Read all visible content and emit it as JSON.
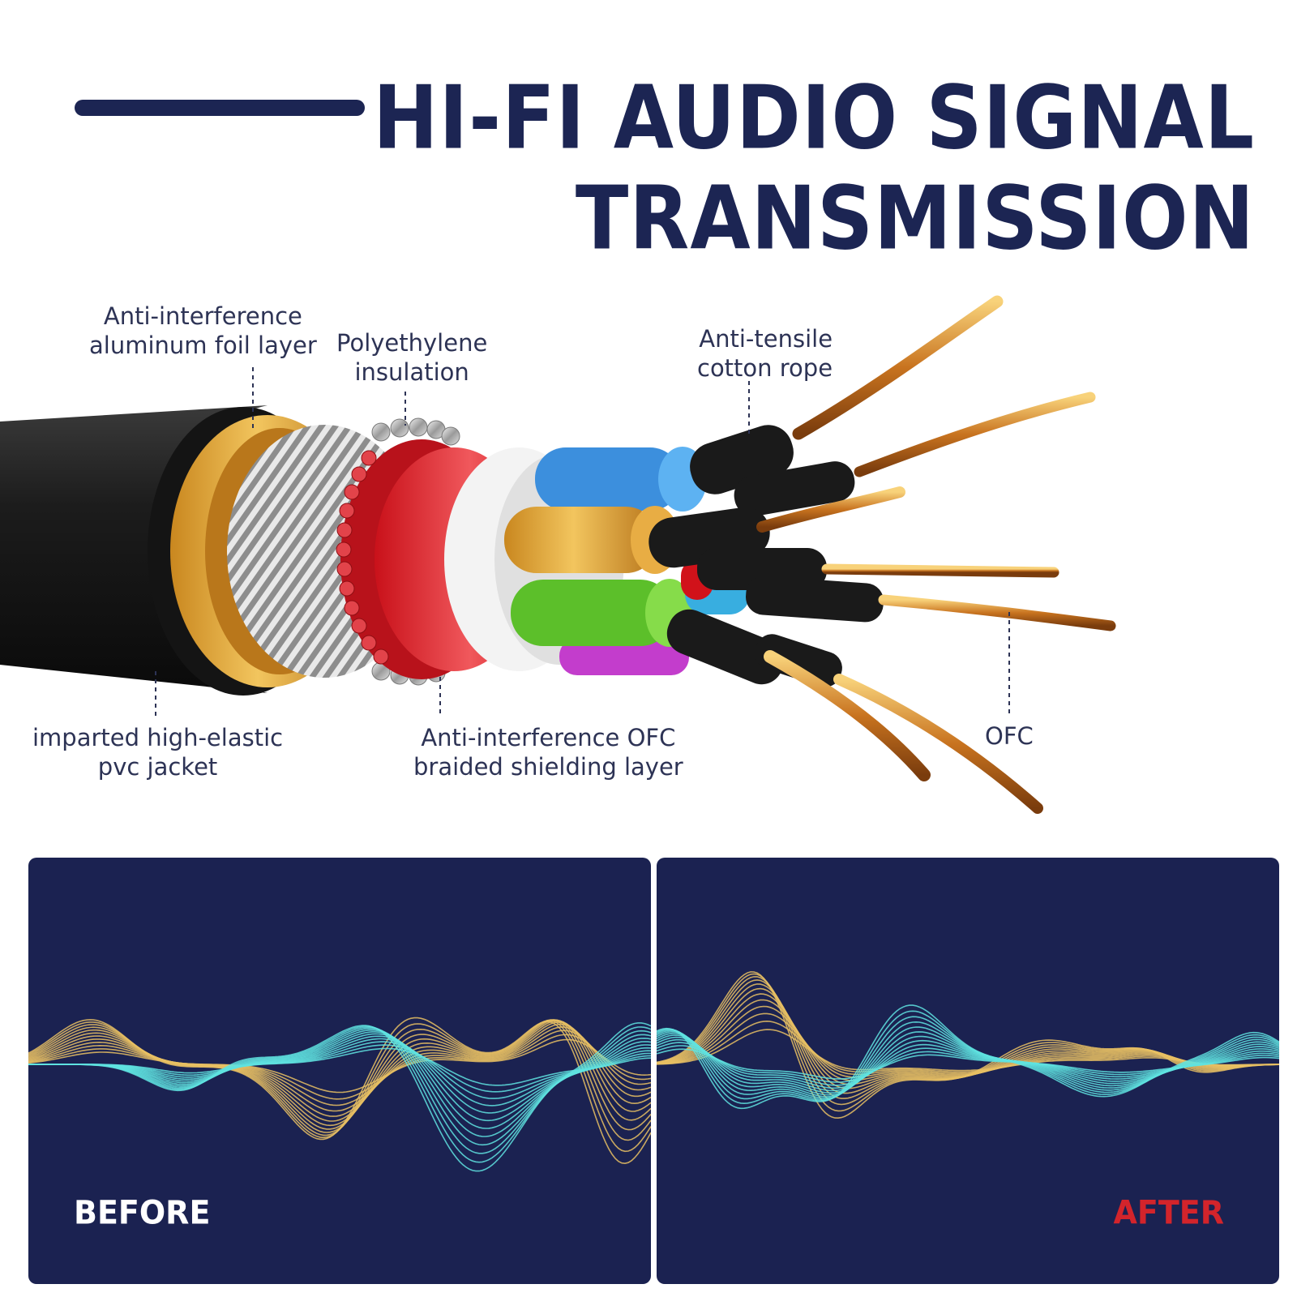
{
  "header": {
    "title_line1": "HI-FI AUDIO SIGNAL",
    "title_line2": "TRANSMISSION"
  },
  "callouts": {
    "foil": {
      "line1": "Anti-interference",
      "line2": "aluminum foil layer"
    },
    "insulation": {
      "line1": "Polyethylene",
      "line2": "insulation"
    },
    "rope": {
      "line1": "Anti-tensile",
      "line2": "cotton rope"
    },
    "jacket": {
      "line1": "imparted high-elastic",
      "line2": "pvc jacket"
    },
    "braid": {
      "line1": "Anti-interference OFC",
      "line2": "braided shielding layer"
    },
    "ofc": {
      "line1": "OFC"
    }
  },
  "panels": {
    "before_label": "BEFORE",
    "after_label": "AFTER"
  },
  "colors": {
    "navy": "#1c2553",
    "panel_bg": "#1b2251",
    "after_red": "#d3242b",
    "wave_gold": "#e8c063",
    "wave_cyan": "#5fe3e0"
  }
}
